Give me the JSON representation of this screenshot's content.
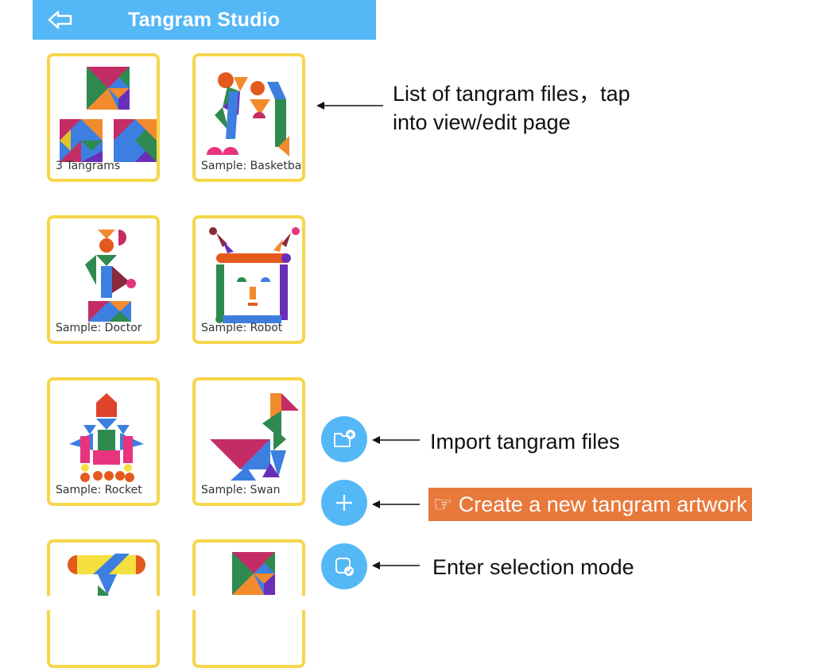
{
  "appbar": {
    "title": "Tangram Studio",
    "back_icon": "back-arrow-icon",
    "color": "#55b8f6"
  },
  "files": [
    {
      "label": "3 Tangrams"
    },
    {
      "label": "Sample: Basketbal"
    },
    {
      "label": "Sample: Doctor"
    },
    {
      "label": "Sample: Robot"
    },
    {
      "label": "Sample: Rocket"
    },
    {
      "label": "Sample: Swan"
    }
  ],
  "fabs": [
    {
      "name": "import",
      "icon": "folder-plus-icon"
    },
    {
      "name": "create",
      "icon": "plus-icon"
    },
    {
      "name": "select",
      "icon": "selection-check-icon"
    }
  ],
  "callouts": {
    "list": "List of tangram files，tap\ninto view/edit page",
    "import": "Import tangram files",
    "create": "☞ Create a new tangram artwork",
    "select": "Enter selection mode"
  },
  "colors": {
    "card_border": "#f6d64b",
    "highlight": "#e9783b"
  }
}
